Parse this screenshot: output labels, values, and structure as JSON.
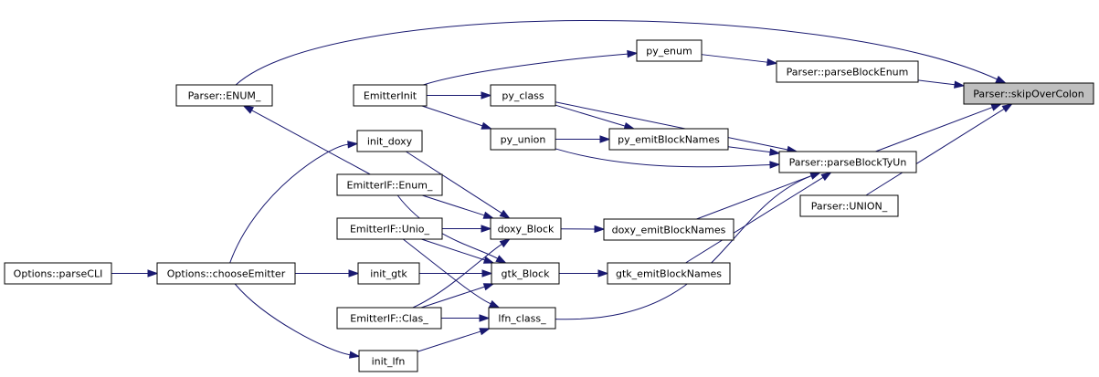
{
  "graph": {
    "colors": {
      "edge": "#191970",
      "node_border": "#000000",
      "node_fill": "#ffffff",
      "focus_fill": "#bfbfbf"
    },
    "nodes": [
      {
        "id": "skipOverColon",
        "label": "Parser::skipOverColon",
        "focus": true
      },
      {
        "id": "ENUM_",
        "label": "Parser::ENUM_"
      },
      {
        "id": "py_enum",
        "label": "py_enum"
      },
      {
        "id": "parseBlockEnum",
        "label": "Parser::parseBlockEnum"
      },
      {
        "id": "EmitterInit",
        "label": "EmitterInit"
      },
      {
        "id": "py_class",
        "label": "py_class"
      },
      {
        "id": "init_doxy",
        "label": "init_doxy"
      },
      {
        "id": "py_union",
        "label": "py_union"
      },
      {
        "id": "py_emitBlockNames",
        "label": "py_emitBlockNames"
      },
      {
        "id": "parseBlockTyUn",
        "label": "Parser::parseBlockTyUn"
      },
      {
        "id": "Enum_",
        "label": "EmitterIF::Enum_"
      },
      {
        "id": "UNION_",
        "label": "Parser::UNION_"
      },
      {
        "id": "Unio_",
        "label": "EmitterIF::Unio_"
      },
      {
        "id": "doxy_Block",
        "label": "doxy_Block"
      },
      {
        "id": "doxy_emitBlockNames",
        "label": "doxy_emitBlockNames"
      },
      {
        "id": "parseCLI",
        "label": "Options::parseCLI"
      },
      {
        "id": "chooseEmitter",
        "label": "Options::chooseEmitter"
      },
      {
        "id": "init_gtk",
        "label": "init_gtk"
      },
      {
        "id": "gtk_Block",
        "label": "gtk_Block"
      },
      {
        "id": "gtk_emitBlockNames",
        "label": "gtk_emitBlockNames"
      },
      {
        "id": "Clas_",
        "label": "EmitterIF::Clas_"
      },
      {
        "id": "lfn_class_",
        "label": "lfn_class_"
      },
      {
        "id": "init_lfn",
        "label": "init_lfn"
      }
    ],
    "edges": [
      [
        "ENUM_",
        "skipOverColon"
      ],
      [
        "py_enum",
        "parseBlockEnum"
      ],
      [
        "parseBlockEnum",
        "skipOverColon"
      ],
      [
        "EmitterInit",
        "py_enum"
      ],
      [
        "EmitterInit",
        "py_class"
      ],
      [
        "EmitterInit",
        "py_union"
      ],
      [
        "py_class",
        "py_emitBlockNames"
      ],
      [
        "py_class",
        "parseBlockTyUn"
      ],
      [
        "py_union",
        "py_emitBlockNames"
      ],
      [
        "py_union",
        "parseBlockTyUn"
      ],
      [
        "py_emitBlockNames",
        "parseBlockTyUn"
      ],
      [
        "parseBlockTyUn",
        "skipOverColon"
      ],
      [
        "UNION_",
        "skipOverColon"
      ],
      [
        "Enum_",
        "ENUM_"
      ],
      [
        "Enum_",
        "doxy_Block"
      ],
      [
        "Enum_",
        "gtk_Block"
      ],
      [
        "init_doxy",
        "doxy_Block"
      ],
      [
        "Unio_",
        "doxy_Block"
      ],
      [
        "Unio_",
        "gtk_Block"
      ],
      [
        "Unio_",
        "lfn_class_"
      ],
      [
        "doxy_Block",
        "doxy_emitBlockNames"
      ],
      [
        "doxy_emitBlockNames",
        "parseBlockTyUn"
      ],
      [
        "parseCLI",
        "chooseEmitter"
      ],
      [
        "chooseEmitter",
        "init_doxy"
      ],
      [
        "chooseEmitter",
        "init_gtk"
      ],
      [
        "chooseEmitter",
        "init_lfn"
      ],
      [
        "init_gtk",
        "gtk_Block"
      ],
      [
        "gtk_Block",
        "gtk_emitBlockNames"
      ],
      [
        "gtk_emitBlockNames",
        "parseBlockTyUn"
      ],
      [
        "Clas_",
        "doxy_Block"
      ],
      [
        "Clas_",
        "gtk_Block"
      ],
      [
        "Clas_",
        "lfn_class_"
      ],
      [
        "init_lfn",
        "lfn_class_"
      ],
      [
        "lfn_class_",
        "parseBlockTyUn"
      ]
    ]
  }
}
